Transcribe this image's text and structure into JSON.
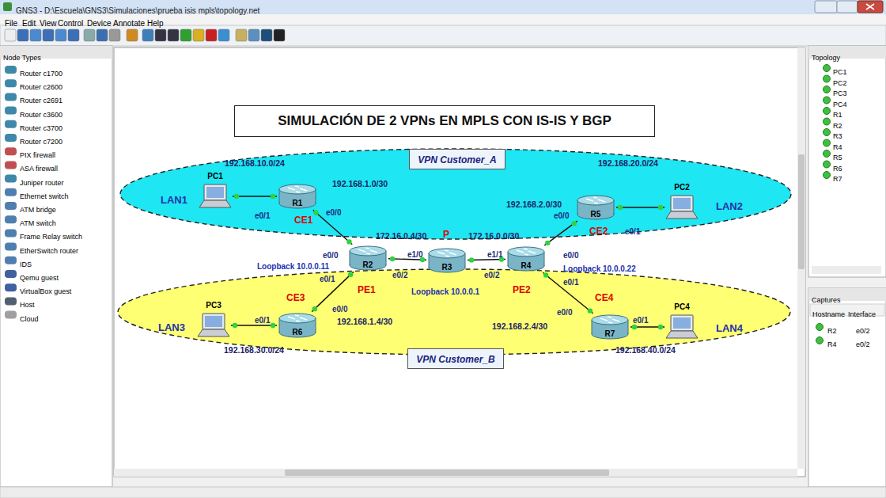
{
  "diagram": {
    "title": "SIMULACIÓN DE 2 VPNs EN MPLS CON IS-IS Y BGP",
    "nodes": [
      {
        "text": [
          "VPN Customer_A"
        ]
      },
      {
        "text": [
          "PC1"
        ],
        "in": 0
      },
      {
        "text": [
          "R1"
        ],
        "in": 0
      },
      {
        "text": [
          "R5"
        ],
        "in": 0
      },
      {
        "text": [
          "PC2"
        ],
        "in": 0
      },
      {
        "text": [
          "R2"
        ]
      },
      {
        "text": [
          "R3"
        ]
      },
      {
        "text": [
          "R4"
        ]
      },
      {
        "text": [
          "VPN Customer_B"
        ]
      },
      {
        "text": [
          "PC3"
        ],
        "in": 8
      },
      {
        "text": [
          "R6"
        ],
        "in": 8
      },
      {
        "text": [
          "R7"
        ],
        "in": 8
      },
      {
        "text": [
          "PC4"
        ],
        "in": 8
      }
    ],
    "edges": [
      {
        "from": 1,
        "to": 2,
        "arrow": "none"
      },
      {
        "from": 2,
        "to": 5,
        "arrow": "none"
      },
      {
        "from": 5,
        "to": 6,
        "arrow": "none"
      },
      {
        "from": 6,
        "to": 7,
        "arrow": "none"
      },
      {
        "from": 7,
        "to": 3,
        "arrow": "none"
      },
      {
        "from": 3,
        "to": 4,
        "arrow": "none"
      },
      {
        "from": 5,
        "to": 10,
        "arrow": "none"
      },
      {
        "from": 10,
        "to": 9,
        "arrow": "none"
      },
      {
        "from": 7,
        "to": 11,
        "arrow": "none"
      },
      {
        "from": 11,
        "to": 12,
        "arrow": "none"
      }
    ],
    "labels": [
      "GNS3 - D:\\Escuela\\GNS3\\Simulaciones\\prueba isis mpls\\topology.net",
      "File",
      "Edit",
      "View",
      "Control",
      "Device",
      "Annotate",
      "Help",
      "Node Types",
      "Router c1700",
      "Router c2600",
      "Router c2691",
      "Router c3600",
      "Router c3700",
      "Router c7200",
      "PIX firewall",
      "ASA firewall",
      "Juniper router",
      "Ethernet switch",
      "ATM bridge",
      "ATM switch",
      "Frame Relay switch",
      "EtherSwitch router",
      "IDS",
      "Qemu guest",
      "VirtualBox guest",
      "Host",
      "Cloud",
      "Topology",
      "PC1",
      "PC2",
      "PC3",
      "PC4",
      "R1",
      "R2",
      "R3",
      "R4",
      "R5",
      "R6",
      "R7",
      "Captures",
      "Hostname",
      "Interface",
      "R2",
      "e0/2",
      "R4",
      "e0/2",
      "192.168.10.0/24",
      "LAN1",
      "e0/1",
      "e0/0",
      "CE1",
      "192.168.1.0/30",
      "192.168.20.0/24",
      "192.168.2.0/30",
      "e0/0",
      "CE2",
      "e0/1",
      "LAN2",
      "172.16.0.4/30",
      "P",
      "172.16.0.0/30",
      "e0/0",
      "Loopback 10.0.0.11",
      "e1/0",
      "e1/1",
      "e0/0",
      "Loopback 10.0.0.22",
      "e0/1",
      "e0/2",
      "e0/2",
      "e0/1",
      "PE1",
      "Loopback 10.0.0.1",
      "PE2",
      "CE3",
      "e0/0",
      "192.168.1.4/30",
      "e0/1",
      "LAN3",
      "192.168.30.0/24",
      "CE4",
      "e0/0",
      "192.168.2.4/30",
      "e0/1",
      "LAN4",
      "192.168.40.0/24"
    ]
  }
}
